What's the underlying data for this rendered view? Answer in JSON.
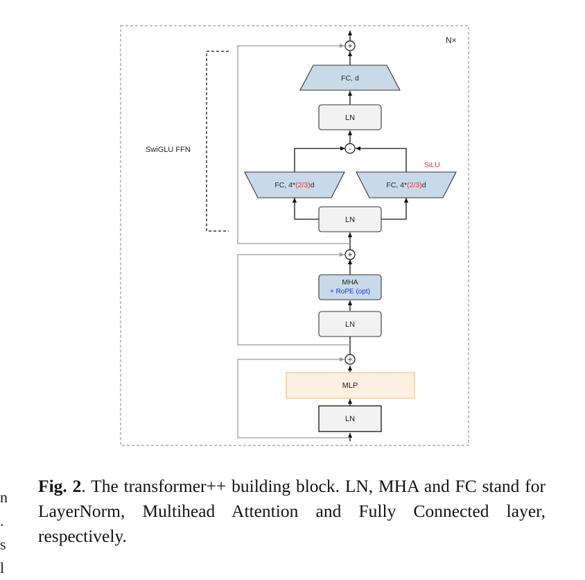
{
  "diagram": {
    "repeat_label": "N×",
    "ffn_group_label": "SwiGLU FFN",
    "silu_label": "SiLU",
    "fc_top_label": "FC, d",
    "ln_label": "LN",
    "fc_branch_prefix": "FC, 4*",
    "fc_branch_highlight": "(2/3)",
    "fc_branch_suffix": "d",
    "mha_label": "MHA",
    "rope_label": "+ RoPE (opt)",
    "mlp_label": "MLP",
    "plus_symbol": "+",
    "dot_symbol": "·",
    "colors": {
      "fc_fill": "#c8dae8",
      "mha_fill": "#c8dae8",
      "mlp_fill": "#fdf0e1",
      "mlp_border": "#f1c892",
      "ln_fill": "#f2f2f2",
      "highlight_red": "#e03030",
      "rope_blue": "#2233dd"
    }
  },
  "caption": {
    "fig_label": "Fig. 2",
    "text": ". The transformer++ building block. LN, MHA and FC stand for LayerNorm, Multihead Attention and Fully Connected layer, respectively."
  },
  "margin_fragment": [
    "n",
    ".",
    "s",
    "l"
  ]
}
